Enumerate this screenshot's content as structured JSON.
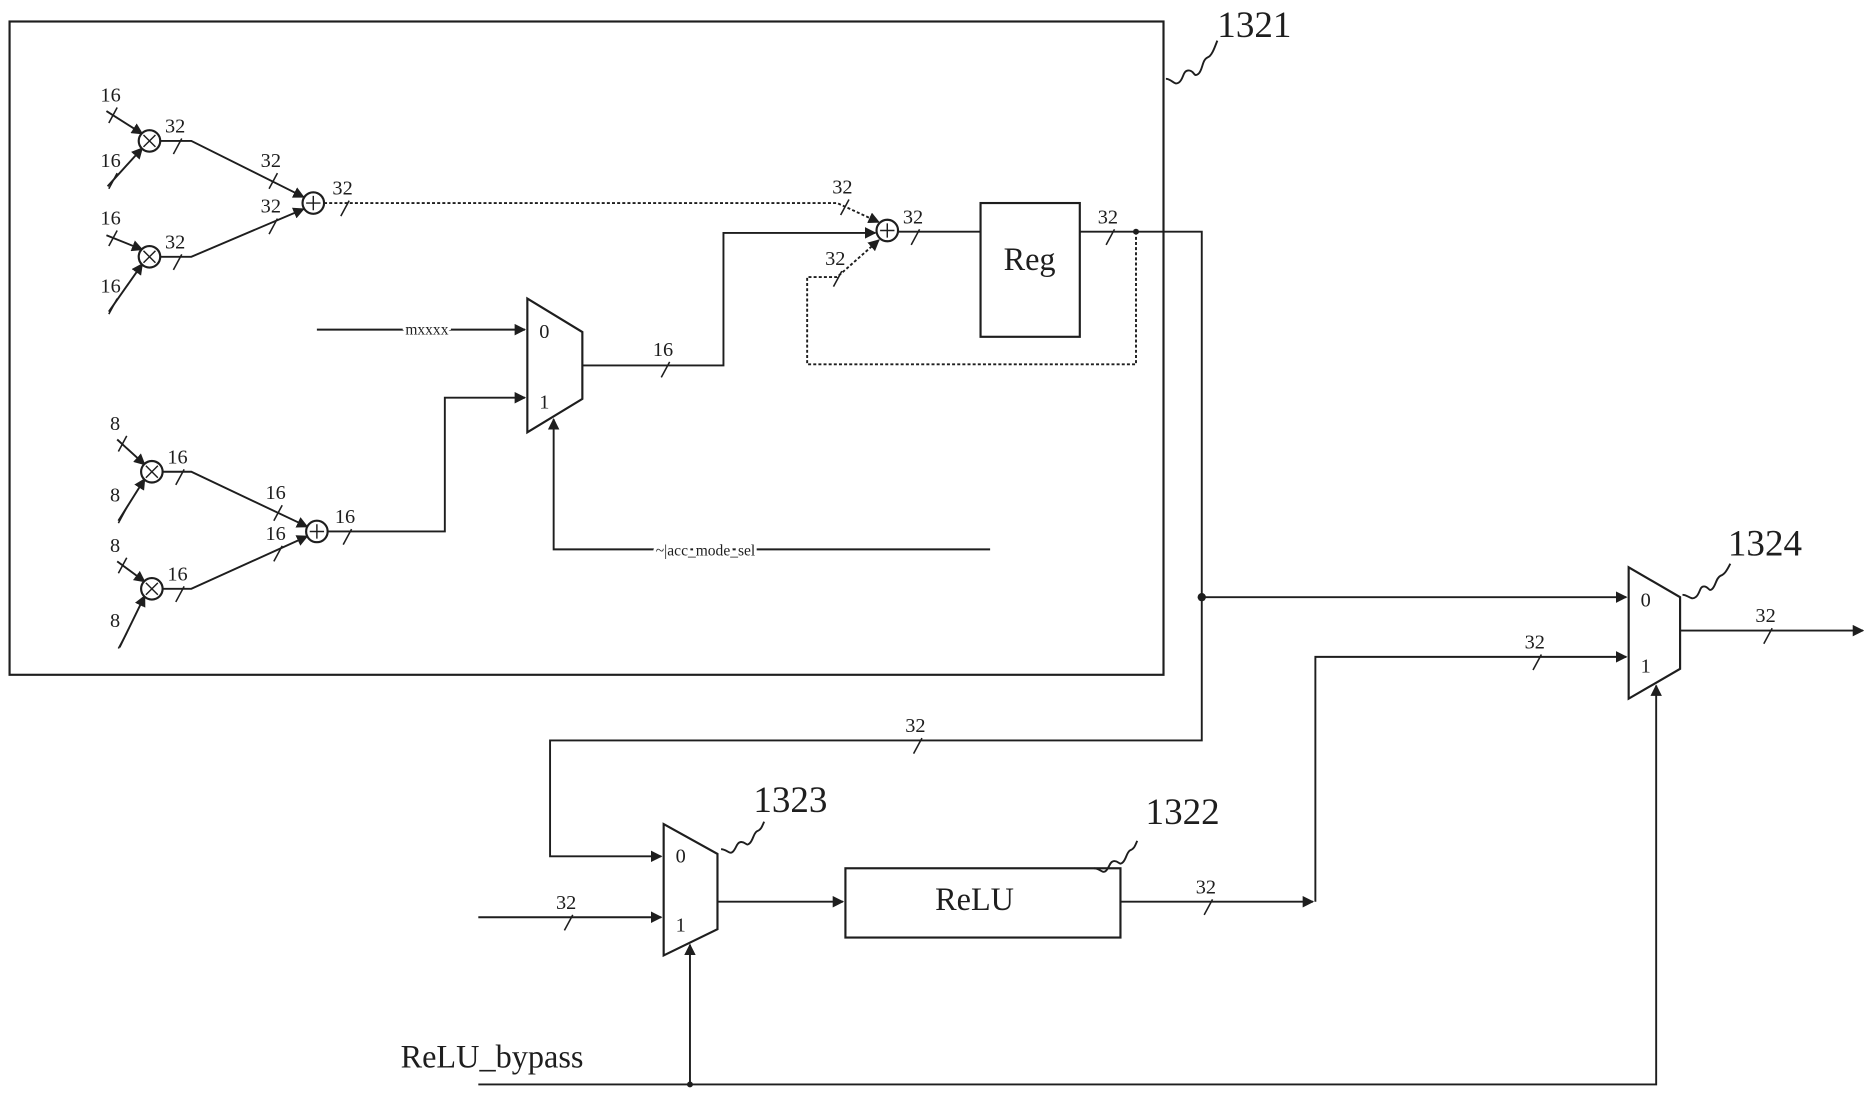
{
  "blocks": {
    "accumulator_unit": {
      "ref": "1321"
    },
    "relu_unit": {
      "ref": "1322",
      "label": "ReLU"
    },
    "relu_input_mux": {
      "ref": "1323",
      "in0": "0",
      "in1": "1"
    },
    "output_mux": {
      "ref": "1324",
      "in0": "0",
      "in1": "1"
    },
    "mode_mux": {
      "in0": "0",
      "in1": "1"
    },
    "register": {
      "label": "Reg"
    }
  },
  "signals": {
    "mode_mux_in0": "mxxxx",
    "mode_select": "~|acc_mode_sel",
    "relu_bypass": "ReLU_bypass"
  },
  "bus_widths": {
    "upper_tree": {
      "inputs": [
        "16",
        "16",
        "16",
        "16"
      ],
      "stage1_outputs": [
        "32",
        "32"
      ],
      "stage2_inputs": [
        "32",
        "32"
      ],
      "stage2_output": "32"
    },
    "lower_tree": {
      "inputs": [
        "8",
        "8",
        "8",
        "8"
      ],
      "stage1_outputs": [
        "16",
        "16"
      ],
      "stage2_inputs": [
        "16",
        "16"
      ],
      "stage2_output": "16"
    },
    "accumulate": {
      "tree_sum_in": "32",
      "feedback_in": "32",
      "adder_out": "32",
      "register_out": "32",
      "mode_mux_out": "16"
    },
    "post": {
      "to_relu_mux": "32",
      "relu_mux_in1": "32",
      "relu_out": "32",
      "output_mux_in1": "32",
      "final_out": "32"
    }
  }
}
